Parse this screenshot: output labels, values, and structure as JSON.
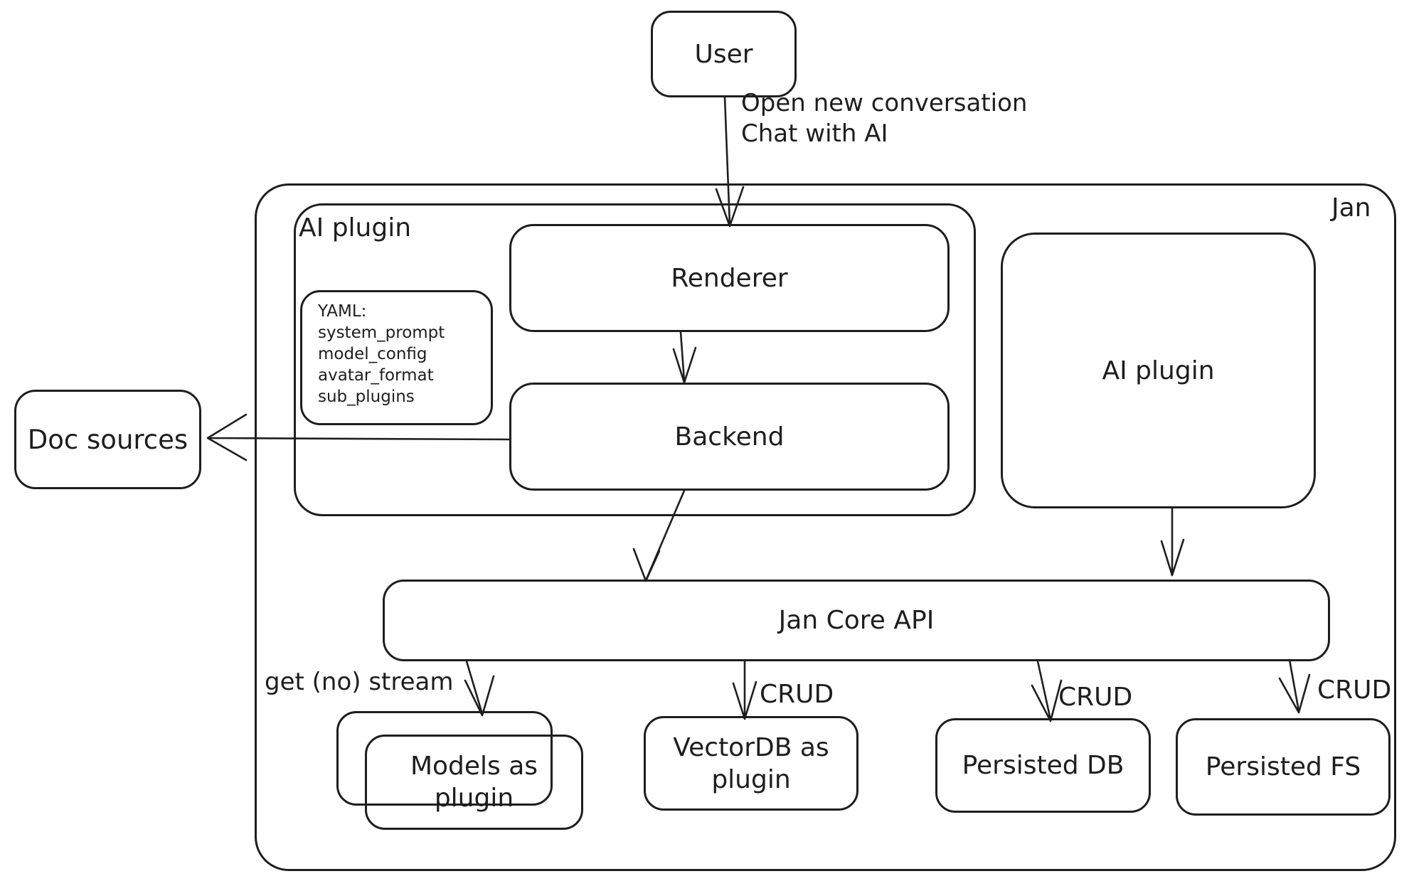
{
  "diagram": {
    "background": "#ffffff",
    "stroke_color": "#1e1e1e",
    "nodes": {
      "user": {
        "label": "User"
      },
      "jan_container": {
        "label": "Jan"
      },
      "ai_plugin_container": {
        "label": "AI plugin"
      },
      "renderer": {
        "label": "Renderer"
      },
      "backend": {
        "label": "Backend"
      },
      "yaml_note": {
        "lines": [
          "YAML:",
          "system_prompt",
          "model_config",
          "avatar_format",
          "sub_plugins"
        ]
      },
      "doc_sources": {
        "label": "Doc sources"
      },
      "ai_plugin_standalone": {
        "label": "AI plugin"
      },
      "jan_core_api": {
        "label": "Jan Core API"
      },
      "models_as_plugin": {
        "label": "Models as plugin"
      },
      "vectordb_as_plugin": {
        "label": "VectorDB as plugin"
      },
      "persisted_db": {
        "label": "Persisted DB"
      },
      "persisted_fs": {
        "label": "Persisted FS"
      }
    },
    "edges": {
      "user_to_renderer": {
        "label_lines": [
          "Open new conversation",
          "Chat with AI"
        ]
      },
      "jan_core_to_models": {
        "label": "get (no) stream"
      },
      "jan_core_to_vectordb": {
        "label": "CRUD"
      },
      "jan_core_to_persisted_db": {
        "label": "CRUD"
      },
      "jan_core_to_persisted_fs": {
        "label": "CRUD"
      }
    }
  }
}
